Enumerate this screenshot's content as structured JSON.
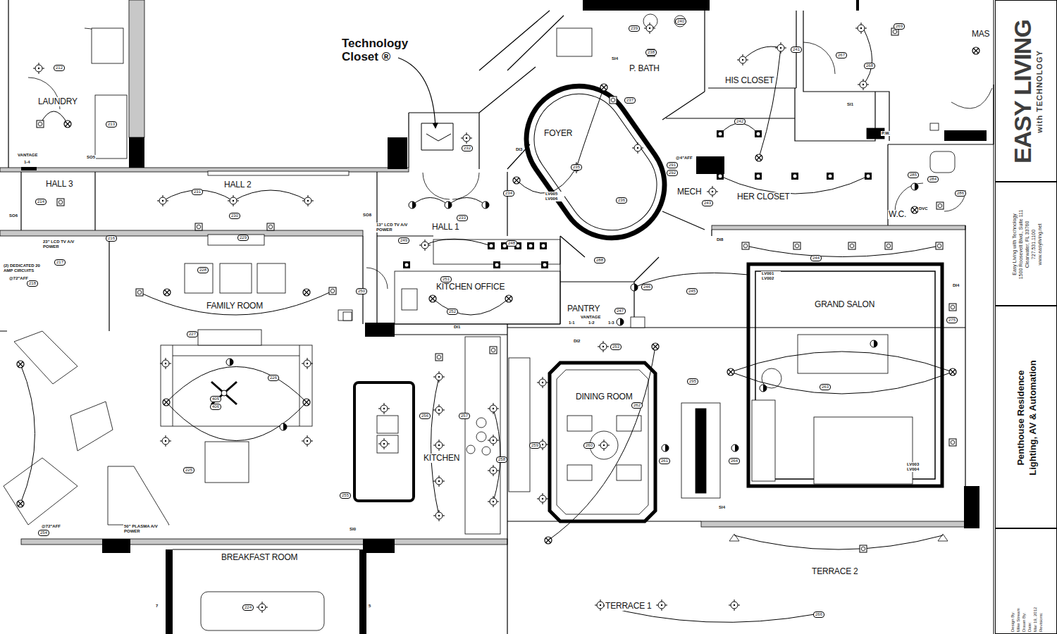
{
  "diagram": {
    "nodes": [
      {
        "text": [
          "LAUNDRY"
        ]
      },
      {
        "text": [
          "HALL 3"
        ]
      },
      {
        "text": [
          "HALL 2"
        ]
      },
      {
        "text": [
          "FAMILY ROOM"
        ]
      },
      {
        "text": [
          "KITCHEN OFFICE"
        ]
      },
      {
        "text": [
          "HALL 1"
        ]
      },
      {
        "text": [
          "FOYER"
        ]
      },
      {
        "text": [
          "P. BATH"
        ]
      },
      {
        "text": [
          "HIS CLOSET"
        ]
      },
      {
        "text": [
          "HER CLOSET"
        ]
      },
      {
        "text": [
          "MECH"
        ]
      },
      {
        "text": [
          "W.C."
        ]
      },
      {
        "text": [
          "MAS"
        ]
      },
      {
        "text": [
          "PANTRY"
        ]
      },
      {
        "text": [
          "GRAND SALON"
        ]
      },
      {
        "text": [
          "DINING ROOM"
        ]
      },
      {
        "text": [
          "KITCHEN"
        ]
      },
      {
        "text": [
          "BREAKFAST ROOM"
        ]
      },
      {
        "text": [
          "TERRACE 2"
        ]
      },
      {
        "text": [
          "TERRACE 1"
        ]
      },
      {
        "text": [
          "EASY LIVING",
          "with TECHNOLOGY"
        ]
      },
      {
        "text": [
          "Easy Living with Technology",
          "1500 Roosevelt Blvd., Suite 111",
          "Clearwater, FL 33760",
          "727.531.1100",
          "www.easyliving.net"
        ]
      },
      {
        "text": [
          "Penthouse Residence",
          "Lighting, AV & Automation"
        ]
      },
      {
        "text": [
          "Design By:",
          "Mike Stream",
          "Drawn By:",
          "Date:",
          "Mar 19, 2012",
          "Revisions:"
        ]
      }
    ],
    "labels": [
      "Technology Closet ®",
      "212",
      "213",
      "214",
      "231",
      "230",
      "229",
      "228",
      "216",
      "217",
      "218",
      "227",
      "226",
      "405",
      "406",
      "225",
      "254",
      "224",
      "232",
      "233",
      "234",
      "235",
      "236",
      "237",
      "238",
      "239",
      "240",
      "241",
      "242",
      "243",
      "244",
      "245",
      "246",
      "247",
      "248",
      "249",
      "250",
      "251",
      "252",
      "253",
      "255",
      "256",
      "257",
      "258",
      "259",
      "260",
      "261",
      "262",
      "263",
      "264",
      "266",
      "267",
      "268",
      "269",
      "275",
      "285",
      "284",
      "286",
      "288",
      "291",
      "292",
      "295",
      "SO6",
      "SO5",
      "SO8",
      "VANTAGE",
      "1-4",
      "23\" LCD TV A/V POWER",
      "(2) DEDICATED 20 AMP CIRCUITS",
      "@72\"AFF",
      "13\" LCD TV A/V POWER",
      "50\" PLASMA A/V POWER",
      "@72\"AFF",
      "DI3",
      "LV005 LV006",
      "DI8",
      "DI1",
      "DI2",
      "VANTAGE",
      "1-1",
      "1-2",
      "1-3",
      "LV001 LV002",
      "LV003 LV004",
      "DI4",
      "SI4",
      "SI0",
      "SI4",
      "SI1",
      "P.W.",
      "DVC",
      "@4\"AFF",
      "7",
      "5"
    ]
  }
}
